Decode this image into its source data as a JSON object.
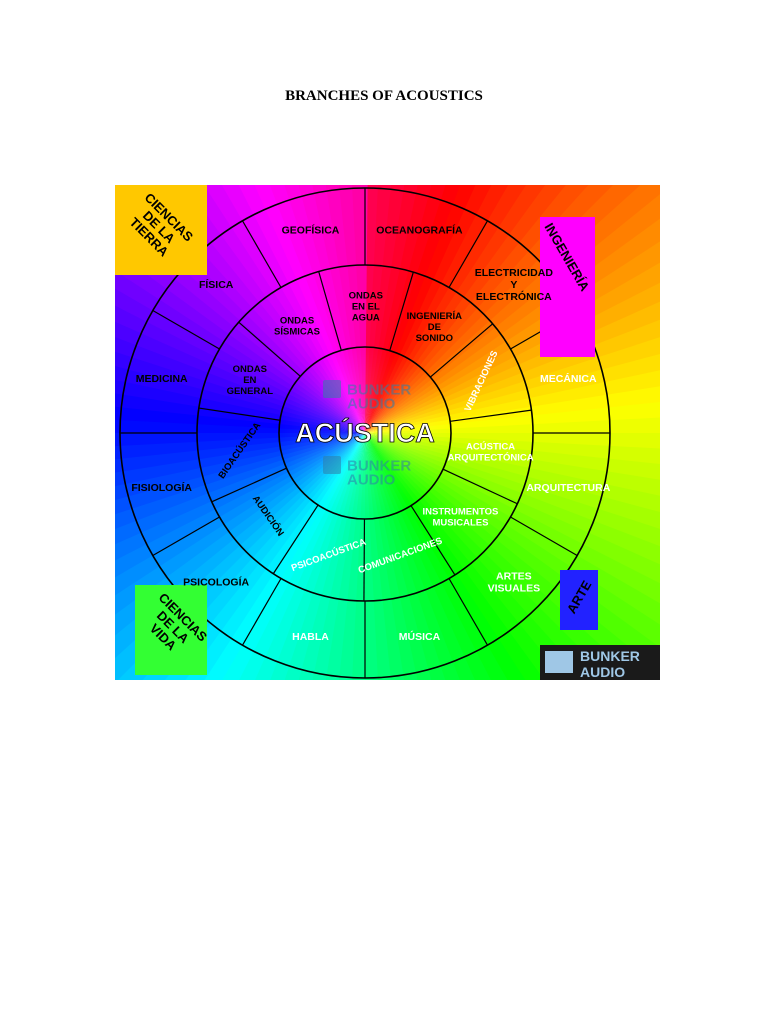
{
  "title": "BRANCHES OF ACOUSTICS",
  "center_label": "ACÚSTICA",
  "outer_ring": [
    "OCEANOGRAFÍA",
    "ELECTRICIDAD|Y|ELECTRÓNICA",
    "MECÁNICA",
    "ARQUITECTURA",
    "ARTES|VISUALES",
    "MÚSICA",
    "HABLA",
    "PSICOLOGÍA",
    "FISIOLOGÍA",
    "MEDICINA",
    "FÍSICA",
    "GEOFÍSICA"
  ],
  "middle_ring": [
    "ONDAS|EN EL|AGUA",
    "INGENIERÍA|DE|SONIDO",
    "VIBRACIONES",
    "ACÚSTICA|ARQUITECTÓNICA",
    "INSTRUMENTOS|MUSICALES",
    "COMUNICACIONES",
    "PSICOACÚSTICA",
    "AUDICIÓN",
    "BIOACÚSTICA",
    "ONDAS|EN|GENERAL",
    "ONDAS|SÍSMICAS"
  ],
  "corner_labels": {
    "top_left": "CIENCIAS|DE LA|TIERRA",
    "top_right": "INGENIERÍA",
    "bottom_left": "CIENCIAS|DE LA|VIDA",
    "bottom_right": "ARTE"
  },
  "watermark": {
    "line1": "BUNKER",
    "line2": "AUDIO"
  },
  "colors": {
    "outline": "#000000",
    "top_left_box": "#ffc800",
    "top_right_box": "#ff00ff",
    "bottom_left_box": "#33ff33",
    "bottom_right_box": "#2222ff",
    "corner_text": "#000000",
    "logo_text": "#2f7fa8"
  }
}
